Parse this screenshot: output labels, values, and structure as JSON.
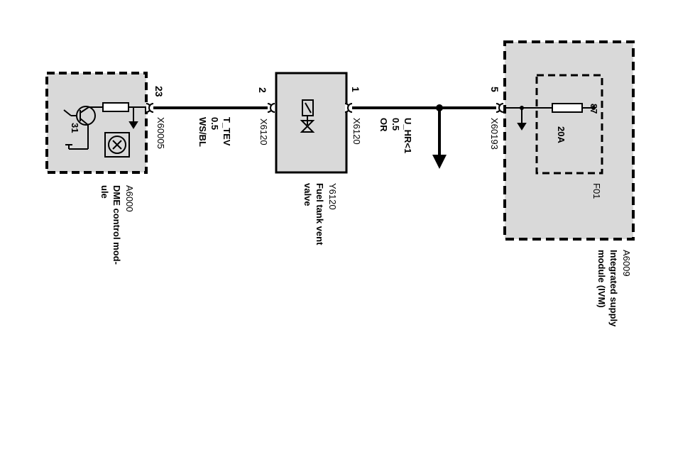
{
  "components": {
    "dme": {
      "ref": "A6000",
      "name_line1": "DME control mod-",
      "name_line2": "ule",
      "pin": "23",
      "connector": "X60005",
      "ground_pin": "31"
    },
    "valve": {
      "ref": "Y6120",
      "name_line1": "Fuel tank vent",
      "name_line2": "valve",
      "pin_left": "2",
      "pin_right": "1",
      "connector_left": "X6120",
      "connector_right": "X6120"
    },
    "ivm": {
      "ref": "A6009",
      "name_line1": "Integrated supply",
      "name_line2": "module (IVM)",
      "pin": "5",
      "connector": "X60193",
      "fuse_ref": "F01",
      "fuse_rating": "20A",
      "fuse_pin": "87"
    }
  },
  "wires": {
    "left": {
      "signal": "T_TEV",
      "size": "0.5",
      "color": "WS/BL"
    },
    "right": {
      "signal": "U_HR<1",
      "size": "0.5",
      "color": "OR"
    }
  }
}
